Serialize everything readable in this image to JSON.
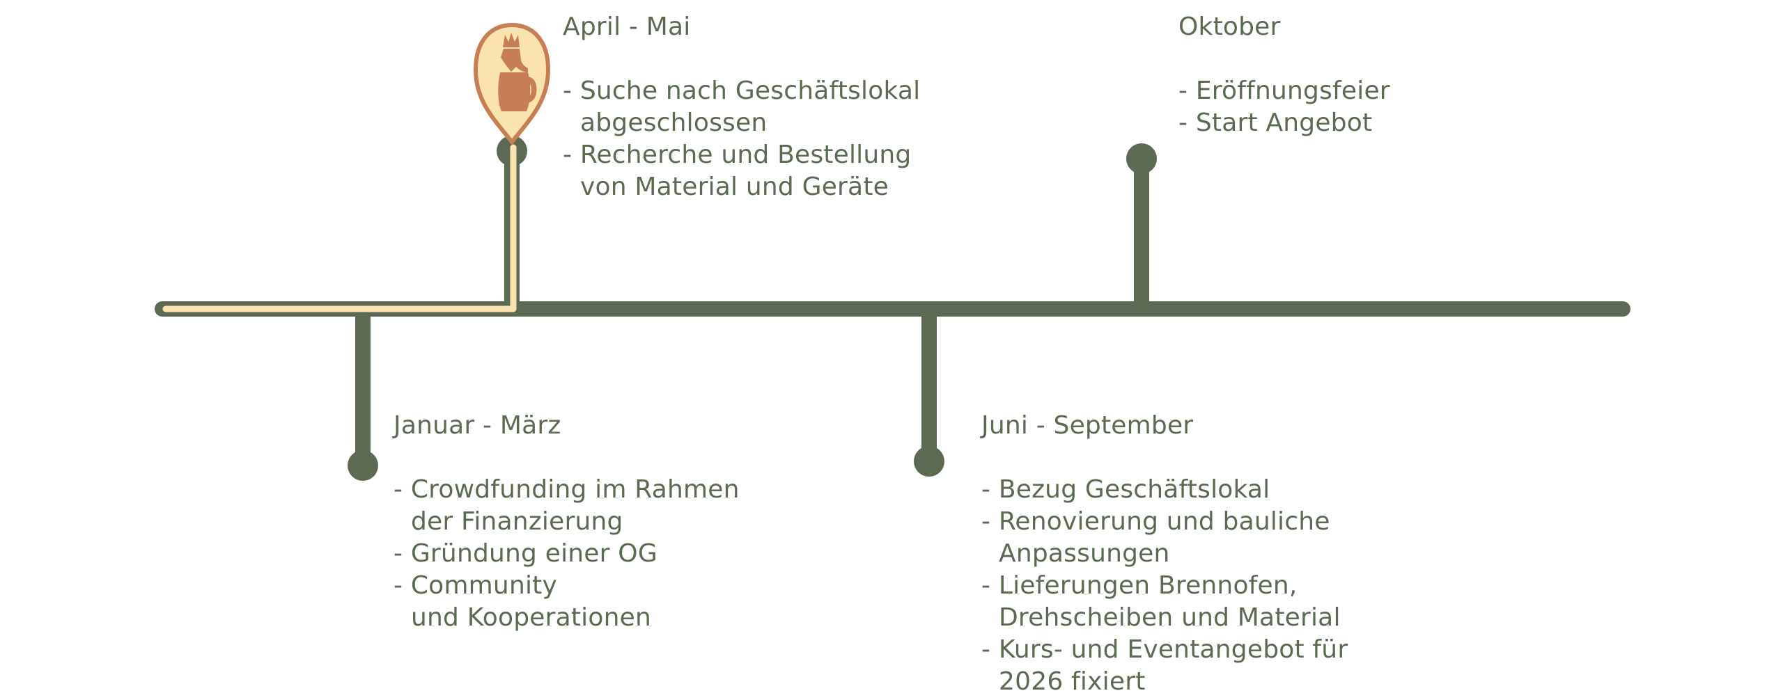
{
  "colors": {
    "timeline": "#5d6a53",
    "progress": "#fbe3b0",
    "pin_fill": "#fbe3b0",
    "pin_outline": "#c67e55",
    "pin_icon": "#c67e55",
    "text": "#5b6b52"
  },
  "current_marker": {
    "icon": "jug-with-crown-icon",
    "milestone": "april_mai"
  },
  "milestones": {
    "januar_maerz": {
      "period": "Januar - März",
      "items": [
        [
          "- Crowdfunding im Rahmen",
          "der Finanzierung"
        ],
        [
          "- Gründung einer OG"
        ],
        [
          "- Community",
          "und Kooperationen"
        ]
      ]
    },
    "april_mai": {
      "period": "April - Mai",
      "items": [
        [
          "- Suche nach Geschäftslokal",
          "abgeschlossen"
        ],
        [
          "- Recherche und Bestellung",
          "von Material und Geräte"
        ]
      ]
    },
    "juni_september": {
      "period": "Juni - September",
      "items": [
        [
          "- Bezug Geschäftslokal"
        ],
        [
          "- Renovierung und bauliche",
          "Anpassungen"
        ],
        [
          "- Lieferungen Brennofen,",
          "Drehscheiben und Material"
        ],
        [
          "- Kurs- und Eventangebot für",
          "2026 fixiert"
        ]
      ]
    },
    "oktober": {
      "period": "Oktober",
      "items": [
        [
          "- Eröffnungsfeier"
        ],
        [
          "- Start Angebot"
        ]
      ]
    }
  }
}
